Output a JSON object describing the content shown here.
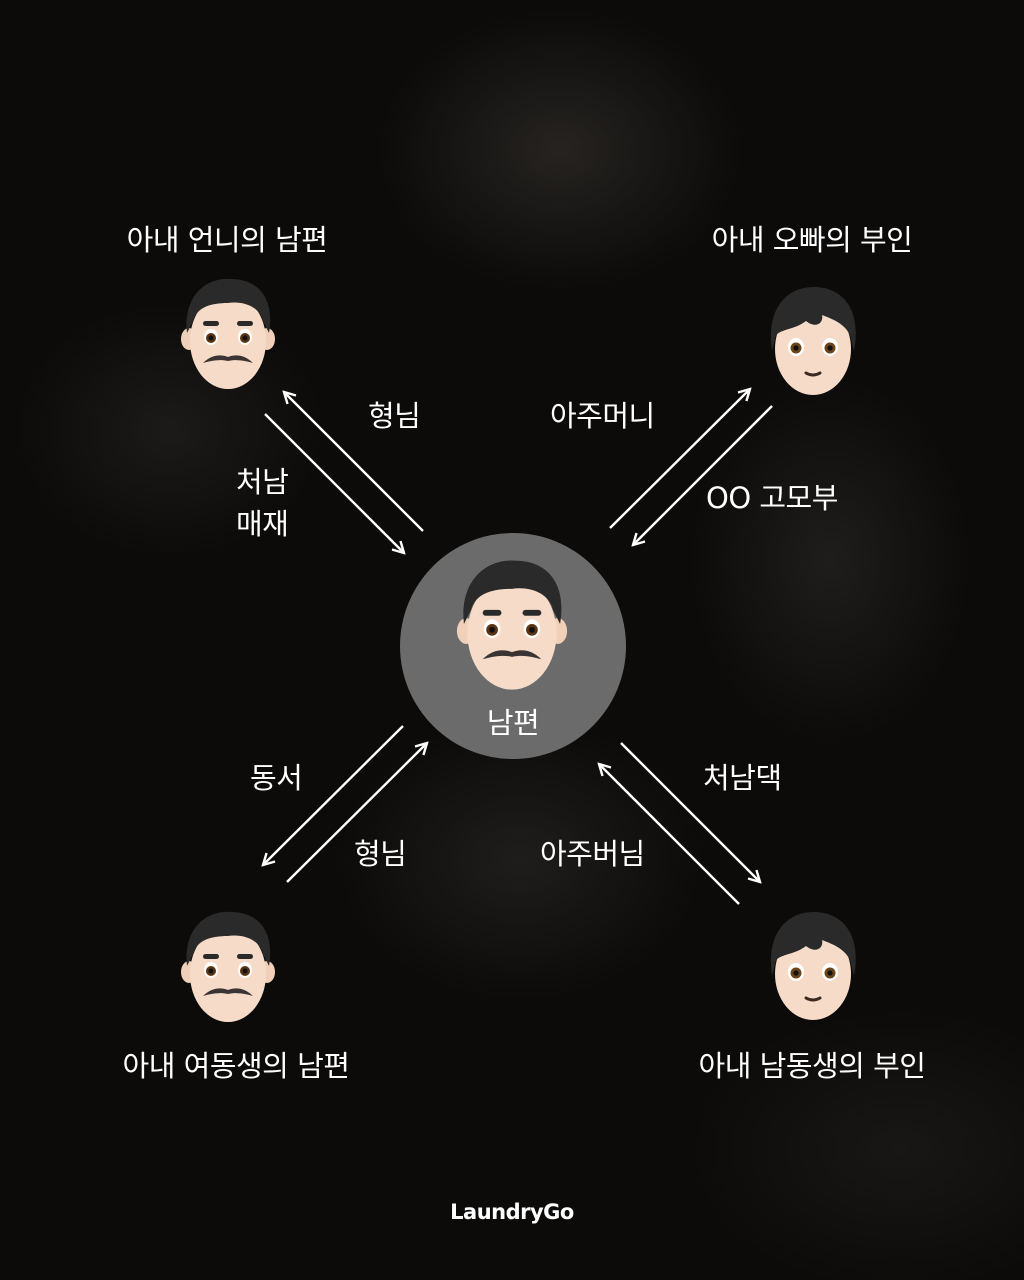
{
  "diagram": {
    "center": {
      "label": "남편",
      "icon": "man-mustache-emoji"
    },
    "nodes": [
      {
        "id": "top-left",
        "label": "아내 언니의 남편",
        "icon": "man-mustache-emoji"
      },
      {
        "id": "top-right",
        "label": "아내 오빠의 부인",
        "icon": "person-short-hair-emoji"
      },
      {
        "id": "bottom-left",
        "label": "아내 여동생의 남편",
        "icon": "man-mustache-emoji"
      },
      {
        "id": "bottom-right",
        "label": "아내 남동생의 부인",
        "icon": "person-short-hair-emoji"
      }
    ],
    "edges": {
      "top_left": {
        "to_node": "형님",
        "from_node_line1": "처남",
        "from_node_line2": "매재"
      },
      "top_right": {
        "to_node": "아주머니",
        "from_node": "OO 고모부"
      },
      "bottom_left": {
        "to_node": "형님",
        "from_node": "동서"
      },
      "bottom_right": {
        "to_node": "아주버님",
        "from_node": "처남댁"
      }
    }
  },
  "brand": {
    "logo": "LaundryGo"
  },
  "colors": {
    "background": "#0c0b0a",
    "center_circle": "#6b6b6b",
    "text": "#ffffff",
    "arrow": "#ffffff"
  }
}
